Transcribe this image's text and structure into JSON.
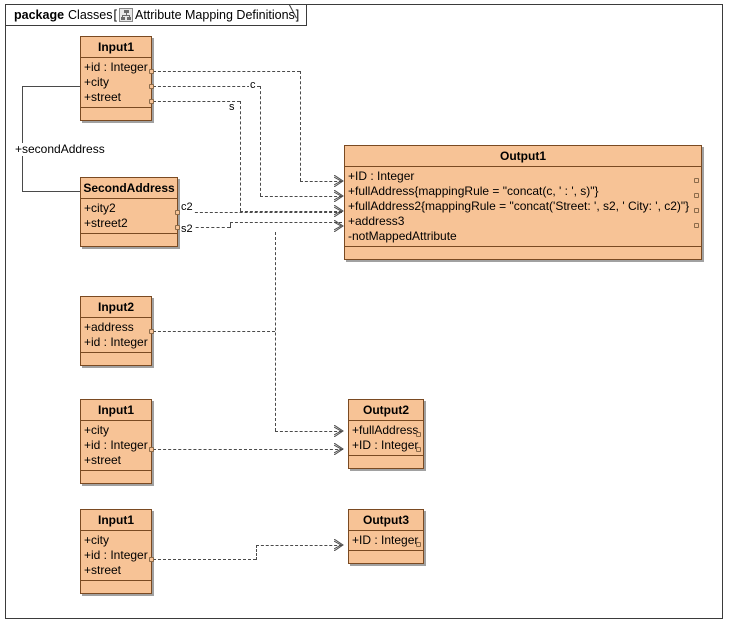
{
  "frame": {
    "keyword": "package",
    "name": "Classes",
    "bracket_open": "[",
    "icon": "class-diagram-icon",
    "diagram_name": "Attribute Mapping Definitions",
    "bracket_close": "]"
  },
  "colors": {
    "class_fill": "#f7c396",
    "class_border": "#7a4a22",
    "connector": "#4a4a4a",
    "frame_border": "#3b3b3b",
    "canvas": "#ffffff"
  },
  "classes": [
    {
      "id": "input1-top",
      "name": "Input1",
      "attributes": [
        "+id : Integer",
        "+city",
        "+street"
      ],
      "operations": []
    },
    {
      "id": "second-address",
      "name": "SecondAddress",
      "attributes": [
        "+city2",
        "+street2"
      ],
      "operations": []
    },
    {
      "id": "output1",
      "name": "Output1",
      "attributes": [
        "+ID : Integer",
        "+fullAddress{mappingRule = \"concat(c, ' : ', s)\"}",
        "+fullAddress2{mappingRule = \"concat('Street: ', s2, ' City: ', c2)\"}",
        "+address3",
        "-notMappedAttribute"
      ],
      "operations": []
    },
    {
      "id": "input2",
      "name": "Input2",
      "attributes": [
        "+address",
        "+id : Integer"
      ],
      "operations": []
    },
    {
      "id": "input1-mid",
      "name": "Input1",
      "attributes": [
        "+city",
        "+id : Integer",
        "+street"
      ],
      "operations": []
    },
    {
      "id": "output2",
      "name": "Output2",
      "attributes": [
        "+fullAddress",
        "+ID : Integer"
      ],
      "operations": []
    },
    {
      "id": "input1-bot",
      "name": "Input1",
      "attributes": [
        "+city",
        "+id : Integer",
        "+street"
      ],
      "operations": []
    },
    {
      "id": "output3",
      "name": "Output3",
      "attributes": [
        "+ID : Integer"
      ],
      "operations": []
    }
  ],
  "connector_labels": {
    "c": "c",
    "s": "s",
    "c2": "c2",
    "s2": "s2"
  },
  "association": {
    "second_address_role": "+secondAddress"
  }
}
